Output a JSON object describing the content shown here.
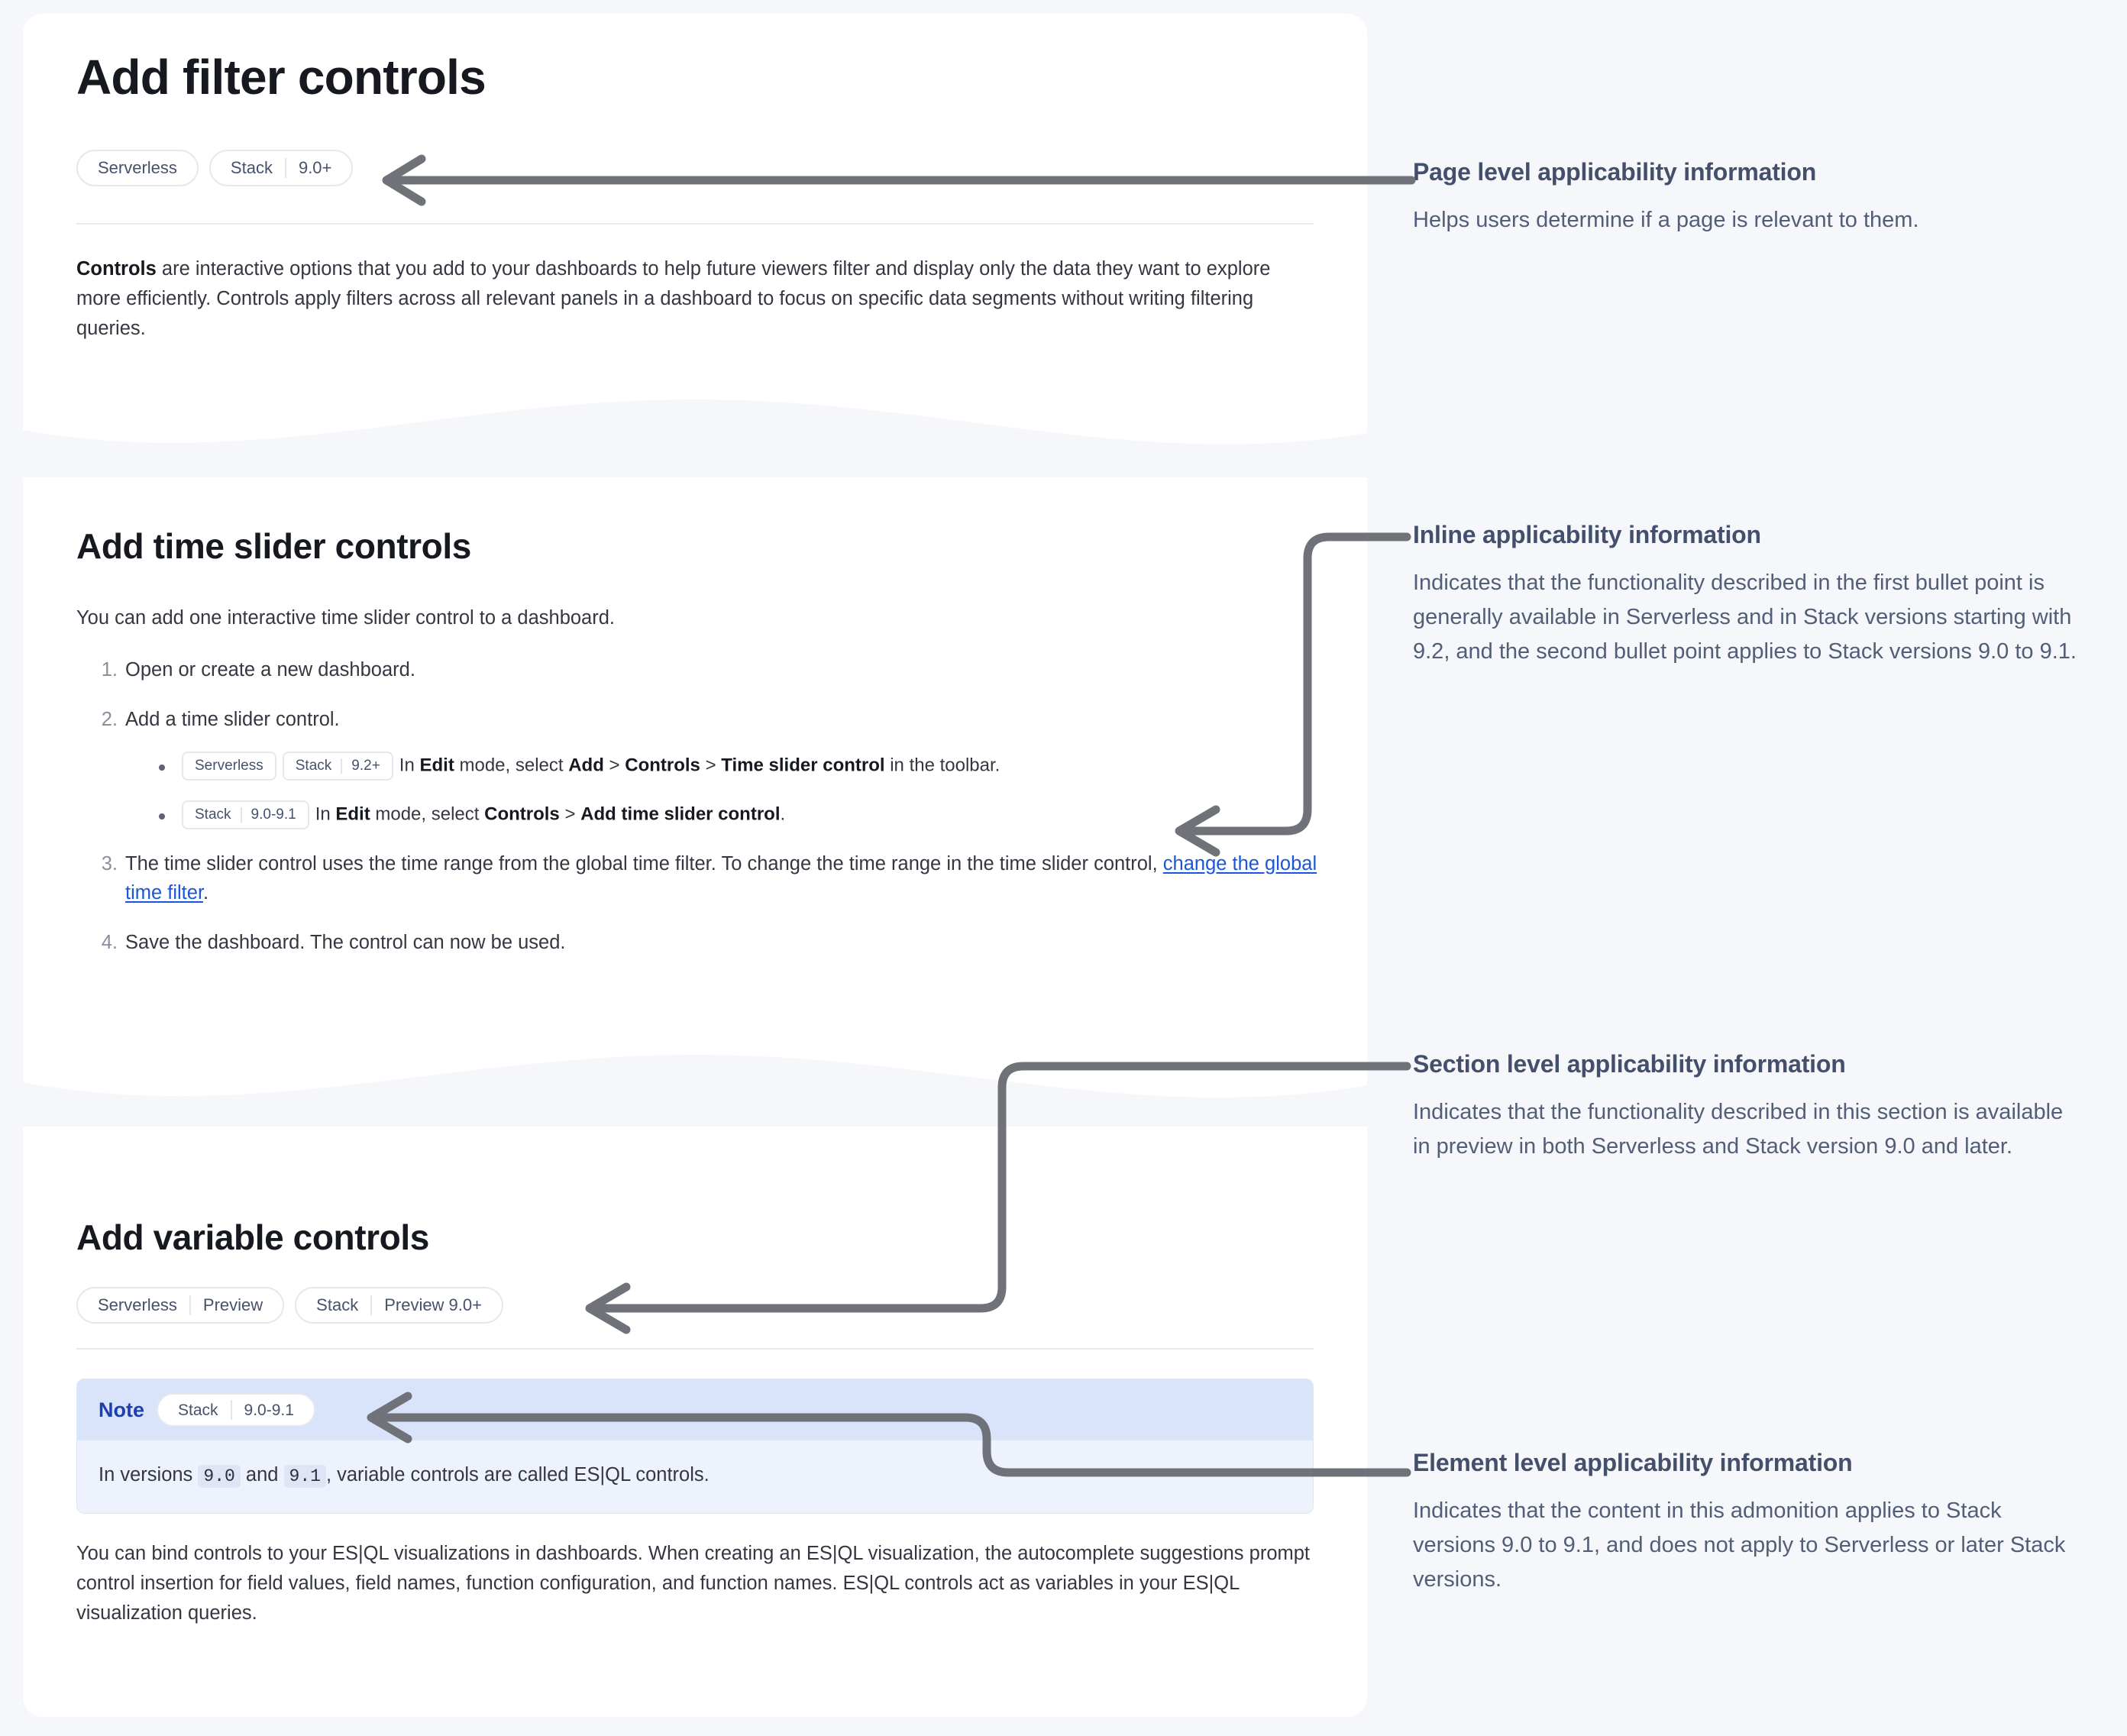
{
  "page": {
    "title": "Add filter controls",
    "applicability": [
      {
        "segments": [
          "Serverless"
        ]
      },
      {
        "segments": [
          "Stack",
          "9.0+"
        ]
      }
    ],
    "intro": {
      "lead": "Controls",
      "rest": " are interactive options that you add to your dashboards to help future viewers filter and display only the data they want to explore more efficiently. Controls apply filters across all relevant panels in a dashboard to focus on specific data segments without writing filtering queries."
    }
  },
  "time_slider_section": {
    "heading": "Add time slider controls",
    "intro": "You can add one interactive time slider control to a dashboard.",
    "steps": [
      {
        "num": "1.",
        "text": "Open or create a new dashboard."
      },
      {
        "num": "2.",
        "text": "Add a time slider control."
      },
      {
        "num": "3.",
        "prefix": "The time slider control uses the time range from the global time filter. To change the time range in the time slider control, ",
        "link": "change the global time filter",
        "suffix": "."
      },
      {
        "num": "4.",
        "text": "Save the dashboard. The control can now be used."
      }
    ],
    "bullets": [
      {
        "badges": [
          {
            "segments": [
              "Serverless"
            ]
          },
          {
            "segments": [
              "Stack",
              "9.2+"
            ]
          }
        ],
        "parts": [
          {
            "t": "In ",
            "b": false
          },
          {
            "t": "Edit",
            "b": true
          },
          {
            "t": " mode, select ",
            "b": false
          },
          {
            "t": "Add",
            "b": true
          },
          {
            "t": " > ",
            "b": false
          },
          {
            "t": "Controls",
            "b": true
          },
          {
            "t": " > ",
            "b": false
          },
          {
            "t": "Time slider control",
            "b": true
          },
          {
            "t": " in the toolbar.",
            "b": false
          }
        ]
      },
      {
        "badges": [
          {
            "segments": [
              "Stack",
              "9.0-9.1"
            ]
          }
        ],
        "parts": [
          {
            "t": "In ",
            "b": false
          },
          {
            "t": "Edit",
            "b": true
          },
          {
            "t": " mode, select ",
            "b": false
          },
          {
            "t": "Controls",
            "b": true
          },
          {
            "t": " > ",
            "b": false
          },
          {
            "t": "Add time slider control",
            "b": true
          },
          {
            "t": ".",
            "b": false
          }
        ]
      }
    ]
  },
  "variable_section": {
    "heading": "Add variable controls",
    "applicability": [
      {
        "segments": [
          "Serverless",
          "Preview"
        ]
      },
      {
        "segments": [
          "Stack",
          "Preview 9.0+"
        ]
      }
    ],
    "note": {
      "label": "Note",
      "badge": {
        "segments": [
          "Stack",
          "9.0-9.1"
        ]
      },
      "body_prefix": "In versions ",
      "code_1": "9.0",
      "body_mid": " and ",
      "code_2": "9.1",
      "body_suffix": ", variable controls are called ES|QL controls."
    },
    "paragraph": "You can bind controls to your ES|QL visualizations in dashboards. When creating an ES|QL visualization, the autocomplete suggestions prompt control insertion for field values, field names, function configuration, and function names. ES|QL controls act as variables in your ES|QL visualization queries."
  },
  "annotations": [
    {
      "title": "Page level applicability information",
      "desc": "Helps users determine if a page is relevant to them."
    },
    {
      "title": "Inline applicability information",
      "desc": "Indicates that the functionality described in the first bullet point is generally available in Serverless and in Stack versions starting with 9.2, and the second bullet point applies to Stack versions 9.0 to 9.1."
    },
    {
      "title": "Section level applicability information",
      "desc": "Indicates that the functionality described in this section is available in preview in both Serverless and Stack version 9.0 and later."
    },
    {
      "title": "Element level applicability information",
      "desc": "Indicates that the content in this admonition applies to Stack versions 9.0 to 9.1, and does not apply to Serverless or later Stack versions."
    }
  ],
  "colors": {
    "page_background": "#f6f7fb",
    "panel_background": "#ffffff",
    "connector": "#6f7278",
    "link": "#1a56db",
    "note_header": "#d9e3fa",
    "note_body": "#eef2fd",
    "note_label": "#1d3faf",
    "annotation_title": "#44506b",
    "annotation_text": "#525e78"
  }
}
